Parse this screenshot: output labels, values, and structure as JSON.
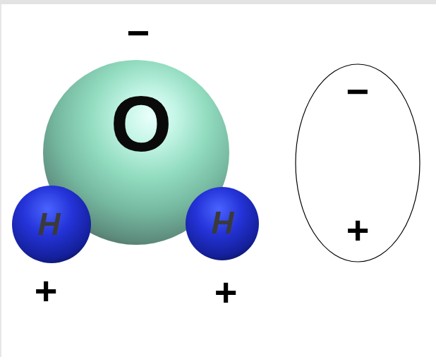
{
  "diagram": {
    "nodes": [
      {
        "text": [
          "O"
        ]
      },
      {
        "text": [
          "H"
        ]
      },
      {
        "text": [
          "H"
        ]
      },
      {
        "text": [
          "−",
          "+"
        ]
      }
    ],
    "labels": [
      "−",
      "+",
      "+"
    ]
  }
}
